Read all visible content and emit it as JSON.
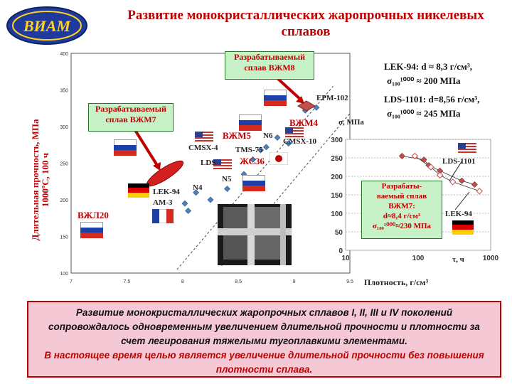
{
  "title": "Развитие монокристаллических жаропрочных никелевых сплавов",
  "logo_text": "ВИАМ",
  "ylabel_line1": "Длительная прочность, МПа",
  "ylabel_line2": "1000ºС, 100 ч",
  "xlabel": "Плотность,  г/см³",
  "callout_vzhm8": "Разрабатываемый сплав ВЖМ8",
  "callout_vzhm7": "Разрабатываемый сплав ВЖМ7",
  "callout_vzhm7b_l1": "Разрабаты-",
  "callout_vzhm7b_l2": "ваемый сплав",
  "callout_vzhm7b_l3": "ВЖМ7:",
  "callout_vzhm7b_l4": "d≈8,4 г/см³",
  "callout_vzhm7b_l5": "σ₁₀₀¹⁰⁰⁰≈230 МПа",
  "lek_info_l1": "LEK-94:  d ≈ 8,3 г/см³,",
  "lek_info_l2": "σ₁₀₀¹⁰⁰⁰ ≈ 200 МПа",
  "lds_info_l1": "LDS-1101:   d=8,56 г/см³,",
  "lds_info_l2": "σ₁₀₀¹⁰⁰⁰ ≈ 245 МПа",
  "bottom_text_1": "Развитие монокристаллических жаропрочных сплавов I, II, III и IV поколений сопровождалось одновременным увеличением длительной прочности и плотности за счет легирования  тяжелыми тугоплавкими элементами.",
  "bottom_text_2": "В настоящее время целью является увеличение длительной прочности без повышения плотности сплава.",
  "point_labels": {
    "epm102": "EPM-102",
    "vzhm4": "ВЖМ4",
    "vzhm5": "ВЖМ5",
    "n6": "N6",
    "cmsx10": "CMSX-10",
    "cmsx4": "CMSX-4",
    "tms75": "TMS-75",
    "zhs36": "ЖС36",
    "lds": "LDS",
    "n5": "N5",
    "n4": "N4",
    "lek94": "LEK-94",
    "am3": "AM-3",
    "vzhl20": "ВЖЛ20"
  },
  "colors": {
    "title_red": "#c00000",
    "marker_blue": "#4f81bd",
    "callout_green": "#c7f2c7",
    "bottom_pink": "#f4c8d4"
  },
  "chart_data": [
    {
      "type": "scatter",
      "xlabel": "Плотность,  г/см³",
      "ylabel": "Длительная прочность, МПа 1000ºС, 100 ч",
      "xlim": [
        7,
        9.5
      ],
      "ylim": [
        100,
        400
      ],
      "xticks": [
        "7",
        "7.5",
        "8",
        "8.5",
        "9",
        "9.5"
      ],
      "yticks": [
        "100",
        "150",
        "200",
        "250",
        "300",
        "350",
        "400"
      ],
      "series": [
        {
          "points": [
            {
              "x": 8.02,
              "y": 195
            },
            {
              "x": 8.05,
              "y": 185
            },
            {
              "x": 8.12,
              "y": 210
            },
            {
              "x": 8.25,
              "y": 200
            },
            {
              "x": 8.4,
              "y": 215
            },
            {
              "x": 8.55,
              "y": 235
            },
            {
              "x": 8.63,
              "y": 255
            },
            {
              "x": 8.7,
              "y": 268
            },
            {
              "x": 8.75,
              "y": 272
            },
            {
              "x": 8.85,
              "y": 285
            },
            {
              "x": 8.95,
              "y": 277
            },
            {
              "x": 9.05,
              "y": 290
            },
            {
              "x": 9.1,
              "y": 322
            },
            {
              "x": 9.2,
              "y": 326
            }
          ]
        }
      ]
    },
    {
      "type": "scatter",
      "xlabel": "τ, ч",
      "ylabel": "σ, МПа",
      "xscale": "log",
      "xlim": [
        10,
        1000
      ],
      "ylim": [
        0,
        300
      ],
      "xticks": [
        "10",
        "100",
        "1000"
      ],
      "yticks": [
        "0",
        "50",
        "100",
        "150",
        "200",
        "250",
        "300"
      ],
      "series": [
        {
          "points": [
            {
              "x": 60,
              "y": 255
            },
            {
              "x": 120,
              "y": 245
            },
            {
              "x": 140,
              "y": 230
            },
            {
              "x": 200,
              "y": 215
            },
            {
              "x": 400,
              "y": 188
            },
            {
              "x": 600,
              "y": 178
            }
          ]
        },
        {
          "points": [
            {
              "x": 90,
              "y": 255
            },
            {
              "x": 150,
              "y": 225
            },
            {
              "x": 200,
              "y": 203
            },
            {
              "x": 300,
              "y": 185
            },
            {
              "x": 700,
              "y": 160
            }
          ]
        }
      ]
    }
  ]
}
